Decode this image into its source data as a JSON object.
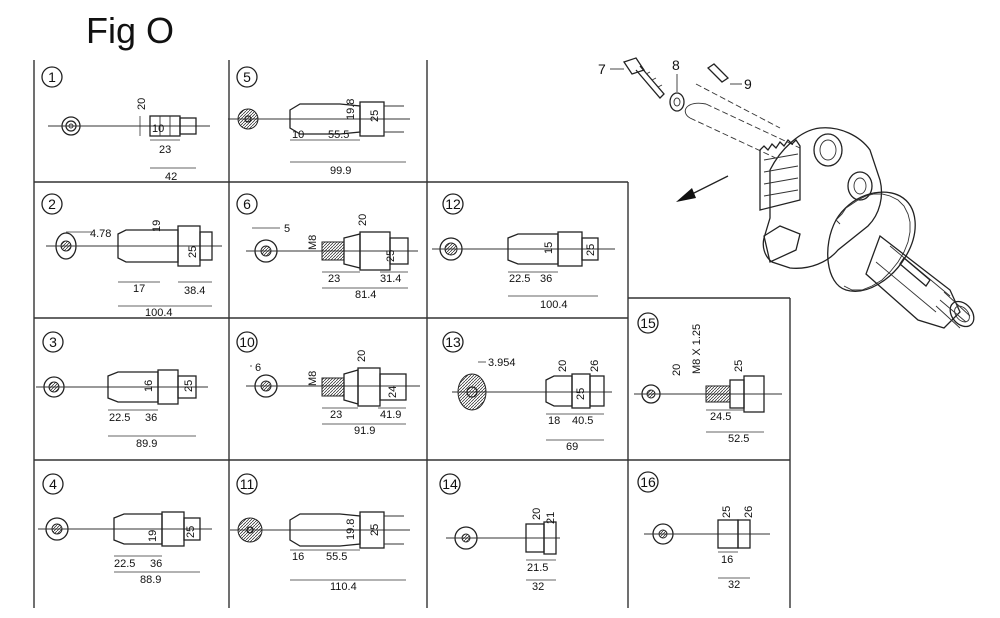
{
  "title": "Fig O",
  "callouts": {
    "c7": "7",
    "c8": "8",
    "c9": "9"
  },
  "cells": [
    {
      "num": "1",
      "dims": [
        "20",
        "10",
        "23",
        "42"
      ]
    },
    {
      "num": "5",
      "dims": [
        "19.8",
        "25",
        "10",
        "55.5",
        "99.9"
      ]
    },
    {
      "num": "2",
      "dims": [
        "4.78",
        "19",
        "25",
        "17",
        "38.4",
        "100.4"
      ]
    },
    {
      "num": "6",
      "dims": [
        "5",
        "M8",
        "20",
        "25",
        "23",
        "31.4",
        "81.4"
      ]
    },
    {
      "num": "12",
      "dims": [
        "15",
        "25",
        "22.5",
        "36",
        "100.4"
      ]
    },
    {
      "num": "3",
      "dims": [
        "16",
        "25",
        "22.5",
        "36",
        "89.9"
      ]
    },
    {
      "num": "10",
      "dims": [
        "6",
        "M8",
        "20",
        "24",
        "23",
        "41.9",
        "91.9"
      ]
    },
    {
      "num": "13",
      "dims": [
        "3.954",
        "20",
        "26",
        "25",
        "18",
        "40.5",
        "69"
      ]
    },
    {
      "num": "15",
      "dims": [
        "M8 X 1.25",
        "20",
        "25",
        "24.5",
        "52.5"
      ]
    },
    {
      "num": "4",
      "dims": [
        "19",
        "25",
        "22.5",
        "36",
        "88.9"
      ]
    },
    {
      "num": "11",
      "dims": [
        "19.8",
        "25",
        "16",
        "55.5",
        "110.4"
      ]
    },
    {
      "num": "14",
      "dims": [
        "20",
        "21",
        "21.5",
        "32"
      ]
    },
    {
      "num": "16",
      "dims": [
        "25",
        "26",
        "16",
        "32"
      ]
    }
  ]
}
